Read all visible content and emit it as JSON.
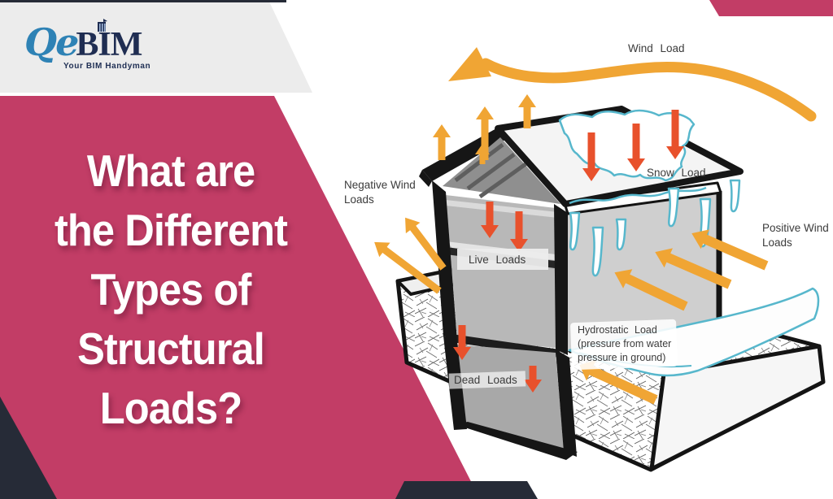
{
  "colors": {
    "magenta": "#C23D66",
    "navy": "#262B37",
    "gray_band": "#ECECEC",
    "amber_arrow": "#F0A534",
    "red_arrow": "#E8512C",
    "snow_blue": "#57B7CC",
    "logo_blue": "#2E82B5",
    "logo_navy": "#1F2D52"
  },
  "logo": {
    "qe": "Qe",
    "bim_b": "B",
    "bim_i": "I",
    "bim_m": "M",
    "tagline": "Your BIM Handyman"
  },
  "headline": {
    "lines": [
      "What are",
      "the Different",
      "Types of",
      "Structural",
      "Loads?"
    ]
  },
  "diagram": {
    "labels": {
      "wind_load": "Wind Load",
      "snow_load": "Snow Load",
      "negative_wind": [
        "Negative Wind",
        "Loads"
      ],
      "positive_wind": [
        "Positive Wind",
        "Loads"
      ],
      "live_loads": "Live Loads",
      "dead_loads": "Dead Loads",
      "hydrostatic": [
        "Hydrostatic Load",
        "(pressure from water",
        "pressure in ground)"
      ]
    }
  }
}
